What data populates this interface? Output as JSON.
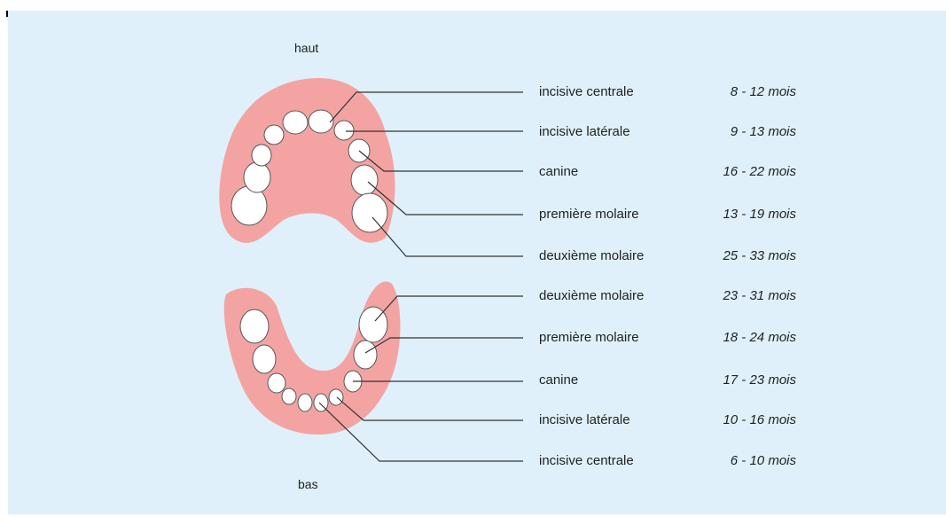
{
  "labels": {
    "top": "haut",
    "bottom": "bas"
  },
  "colors": {
    "background": "#dff0fa",
    "gum": "#f4a3a3",
    "tooth": "#ffffff",
    "line": "#333333"
  },
  "upper_teeth": [
    {
      "name": "incisive centrale",
      "age": "8 - 12  mois"
    },
    {
      "name": "incisive latérale",
      "age": "9 - 13  mois"
    },
    {
      "name": "canine",
      "age": "16 - 22  mois"
    },
    {
      "name": "première molaire",
      "age": "13 - 19  mois"
    },
    {
      "name": "deuxième molaire",
      "age": "25 - 33  mois"
    }
  ],
  "lower_teeth": [
    {
      "name": "deuxième molaire",
      "age": "23 - 31  mois"
    },
    {
      "name": "première molaire",
      "age": "18 - 24  mois"
    },
    {
      "name": "canine",
      "age": "17 - 23  mois"
    },
    {
      "name": "incisive latérale",
      "age": "10 - 16  mois"
    },
    {
      "name": "incisive centrale",
      "age": "6 - 10  mois"
    }
  ]
}
